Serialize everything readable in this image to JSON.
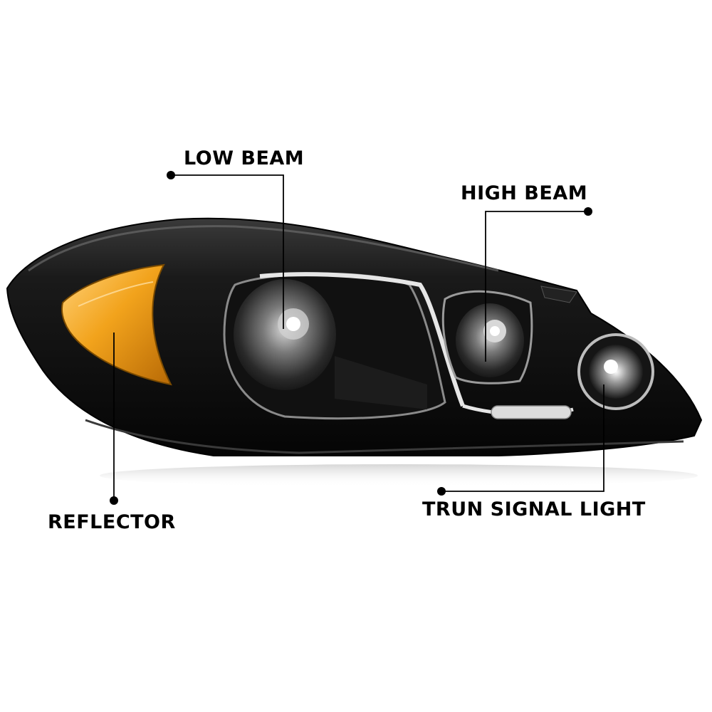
{
  "labels": {
    "low_beam": "LOW BEAM",
    "high_beam": "HIGH BEAM",
    "reflector": "REFLECTOR",
    "turn_signal": "TRUN SIGNAL LIGHT"
  },
  "colors": {
    "housing": "#0d0d0d",
    "amber_reflector": "#f2a31c",
    "chrome": "#d9d9d9",
    "callout_line": "#000000"
  }
}
